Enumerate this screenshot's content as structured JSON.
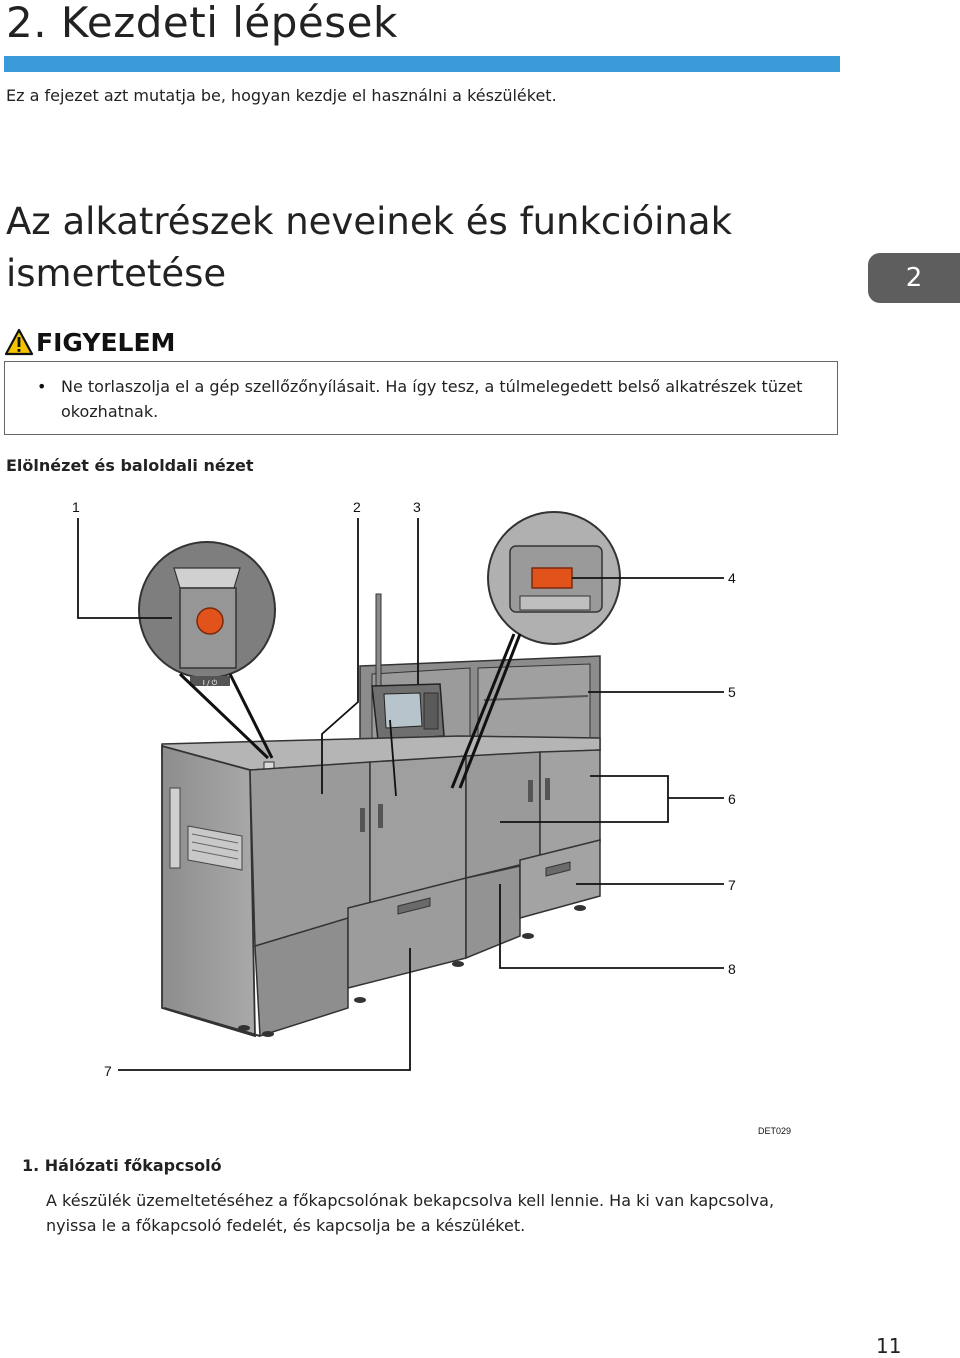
{
  "chapter": {
    "title": "2. Kezdeti lépések",
    "intro": "Ez a fejezet azt mutatja be, hogyan kezdje el használni a készüléket.",
    "tab_number": "2",
    "bar_color": "#3a9ad9"
  },
  "section": {
    "title": "Az alkatrészek neveinek és funkcióinak ismertetése"
  },
  "caution": {
    "icon": "warning-triangle-icon",
    "label": "FIGYELEM",
    "items": [
      "Ne torlaszolja el a gép szellőzőnyílásait. Ha így tesz, a túlmelegedett belső alkatrészek tüzet okozhatnak."
    ]
  },
  "figure": {
    "caption": "Elölnézet és baloldali nézet",
    "callouts": [
      "1",
      "2",
      "3",
      "4",
      "5",
      "6",
      "7",
      "8",
      "7"
    ],
    "power_switch_label": "I / ⏻",
    "code": "DET029"
  },
  "description": {
    "item_title": "1. Hálózati főkapcsoló",
    "item_body": "A készülék üzemeltetéséhez a főkapcsolónak bekapcsolva kell lennie. Ha ki van kapcsolva, nyissa le a főkapcsoló fedelét, és kapcsolja be a készüléket."
  },
  "page": {
    "number": "11"
  }
}
